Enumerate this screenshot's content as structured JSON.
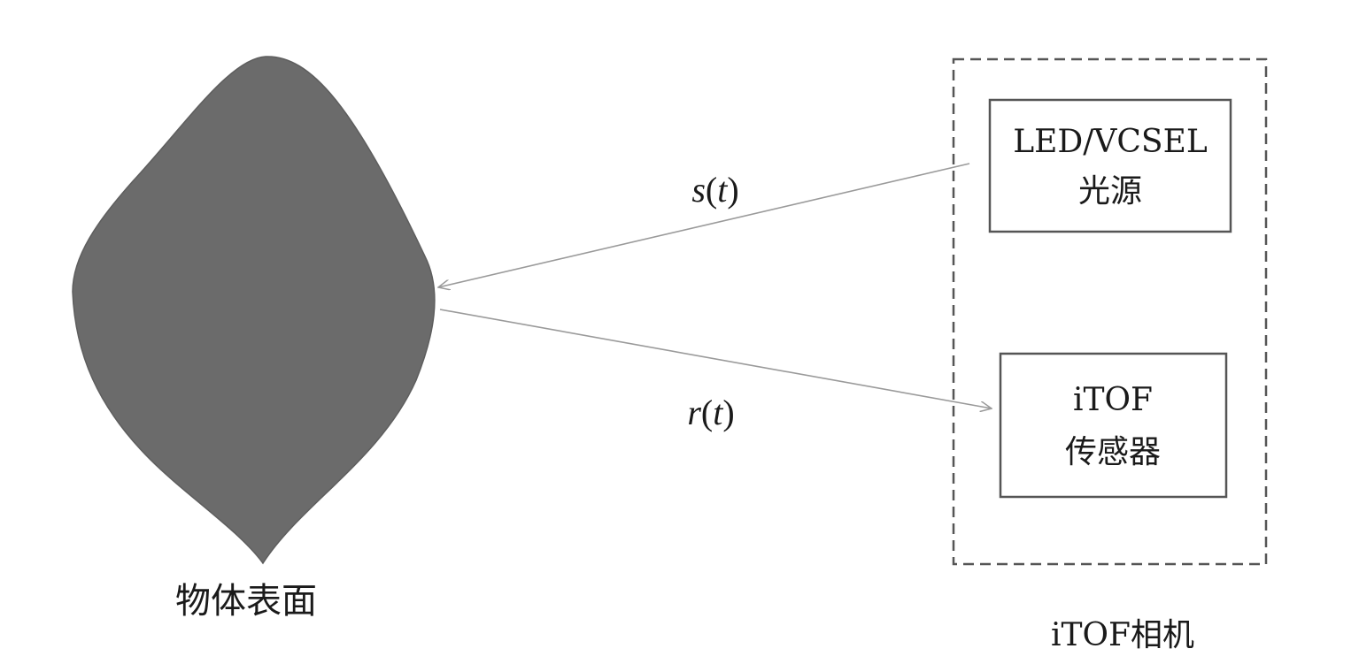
{
  "object": {
    "label": "物体表面",
    "fill_color": "#6b6b6b"
  },
  "signals": {
    "emitted": {
      "fn": "s",
      "var": "t"
    },
    "received": {
      "fn": "r",
      "var": "t"
    }
  },
  "camera": {
    "label": "iTOF相机",
    "light_source": {
      "line1": "LED/VCSEL",
      "line2": "光源"
    },
    "sensor": {
      "line1": "iTOF",
      "line2": "传感器"
    }
  },
  "colors": {
    "arrow": "#9a9a9a",
    "box_border": "#555555"
  }
}
